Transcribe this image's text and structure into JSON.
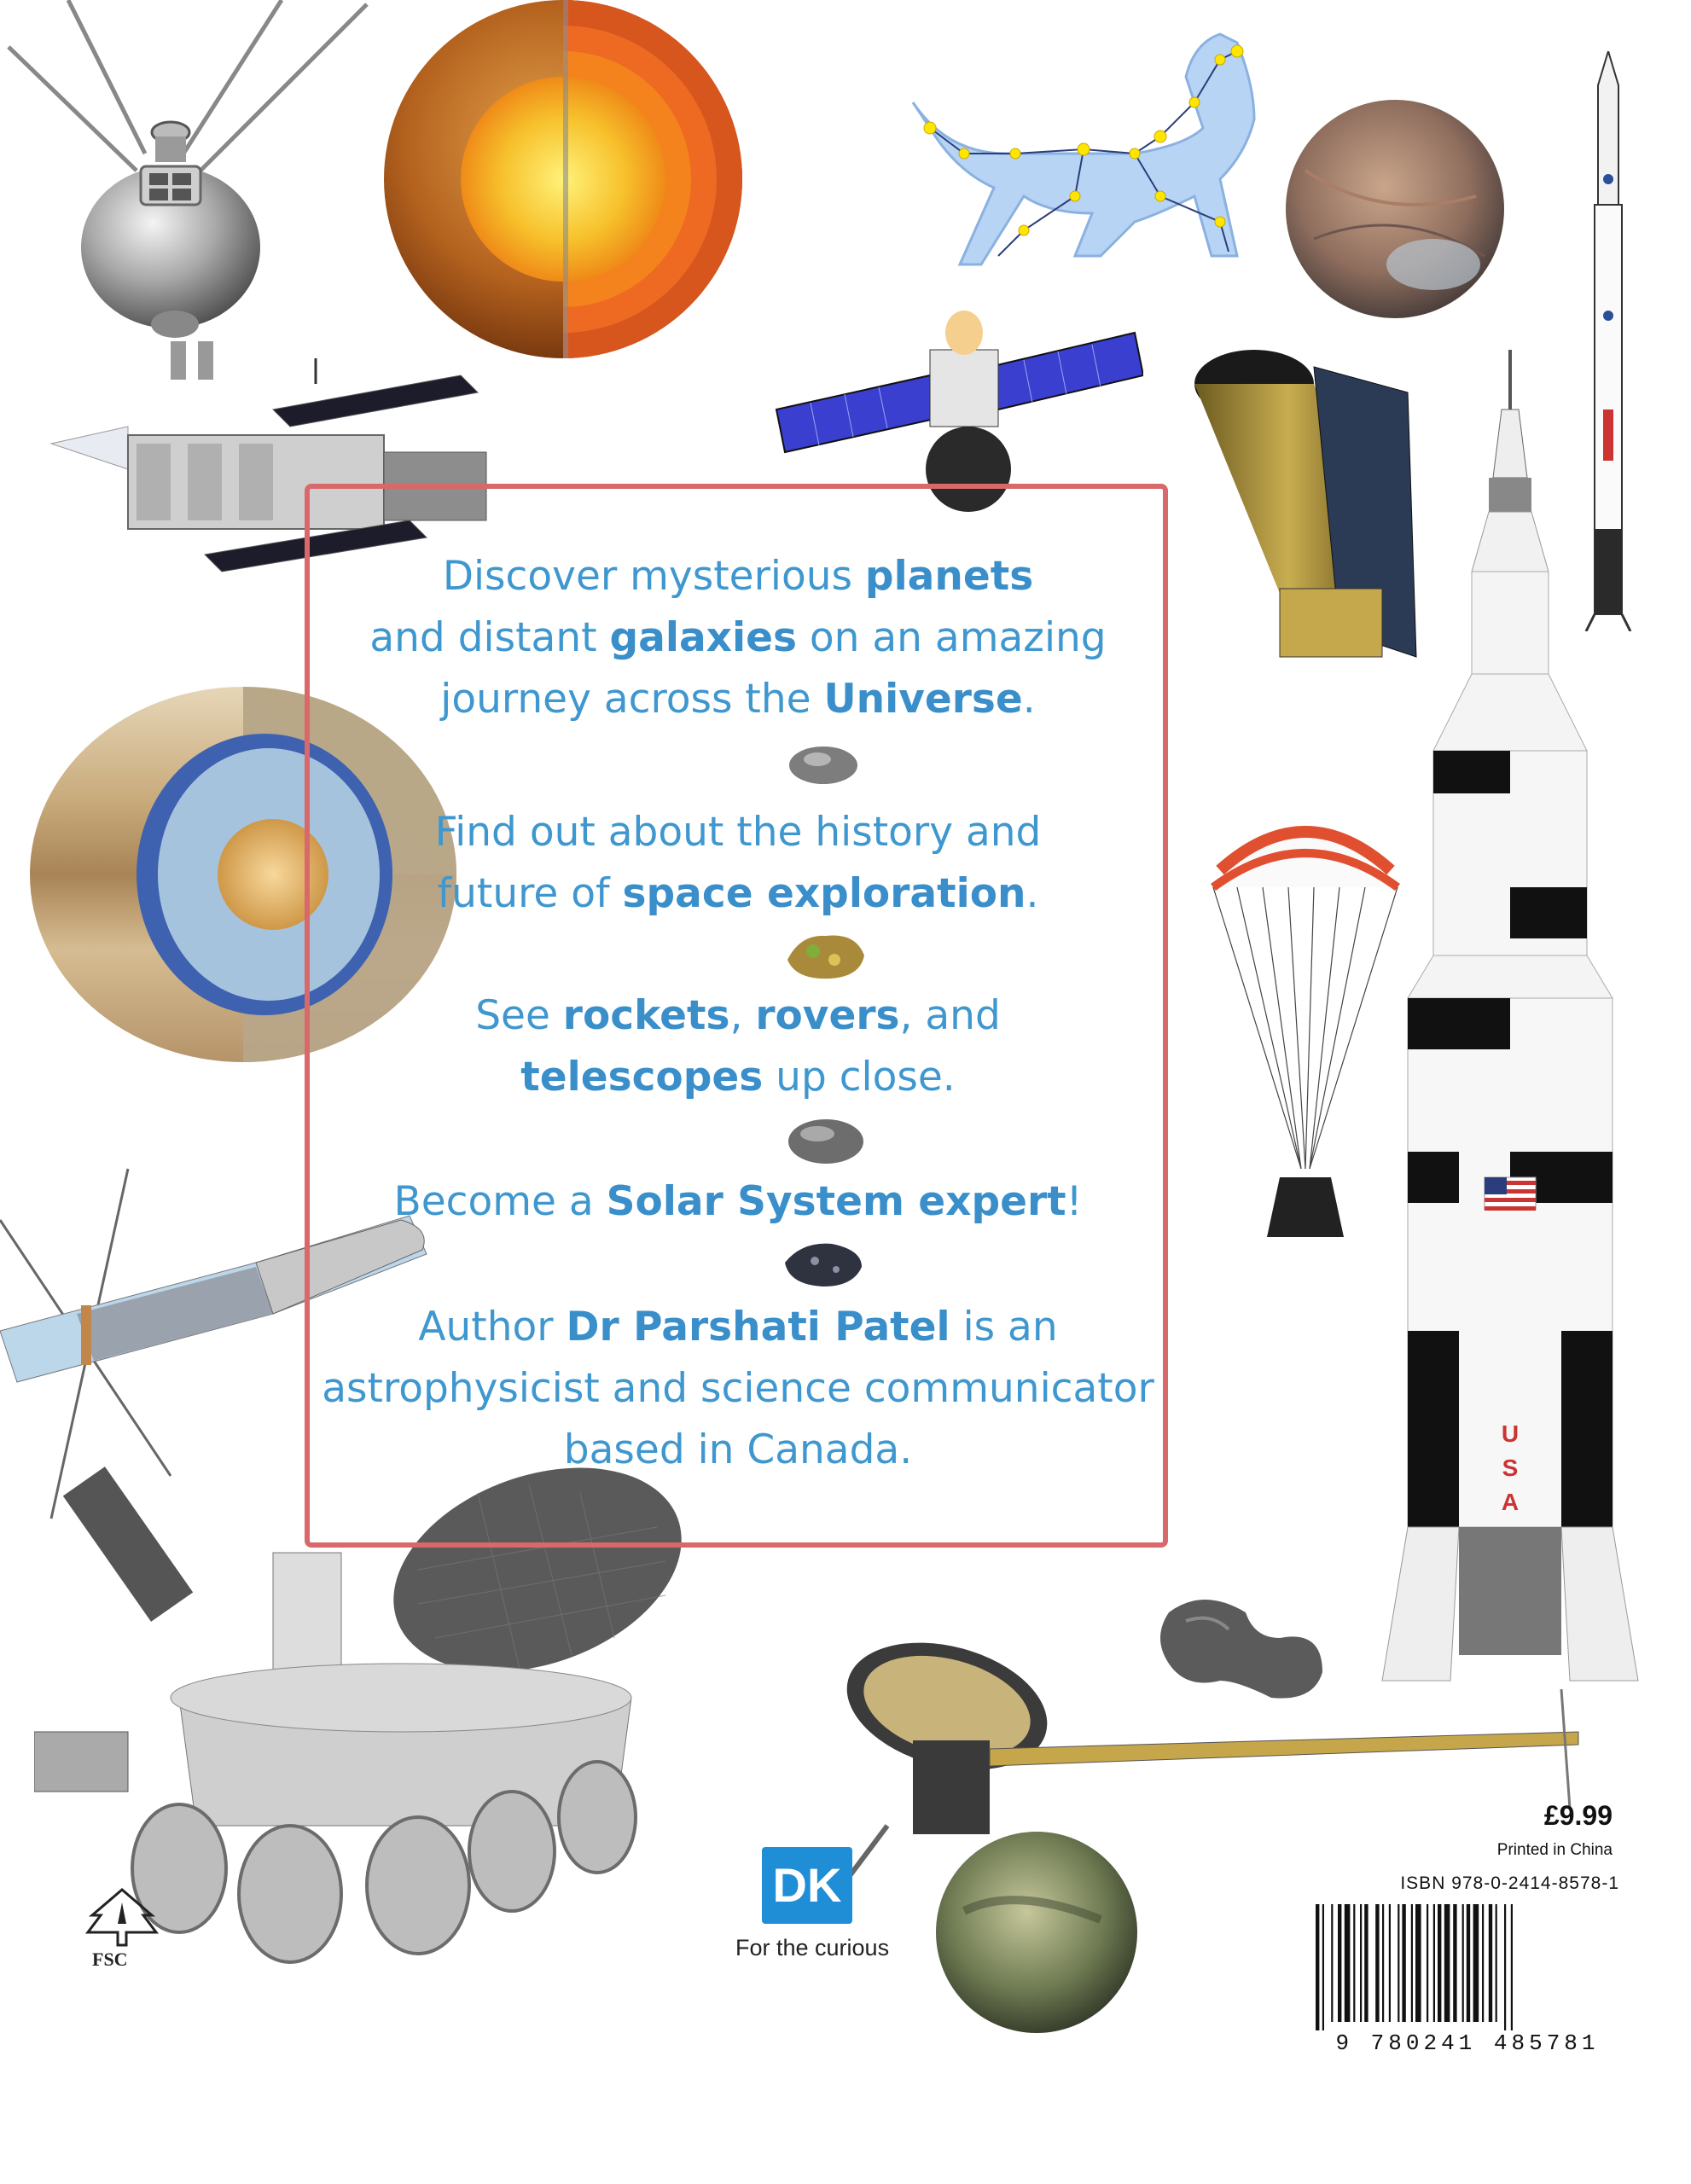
{
  "blurb": {
    "p1_a": "Discover mysterious ",
    "p1_b": "planets",
    "p1_c": "and distant ",
    "p1_d": "galaxies",
    "p1_e": " on an amazing",
    "p1_f": "journey across the ",
    "p1_g": "Universe",
    "p1_h": ".",
    "p2_a": "Find out about the history and",
    "p2_b": "future of ",
    "p2_c": "space exploration",
    "p2_d": ".",
    "p3_a": "See ",
    "p3_b": "rockets",
    "p3_c": ", ",
    "p3_d": "rovers",
    "p3_e": ", and",
    "p3_f": "telescopes",
    "p3_g": " up close.",
    "p4_a": "Become a ",
    "p4_b": "Solar System expert",
    "p4_c": "!",
    "p5_a": "Author ",
    "p5_b": "Dr Parshati Patel",
    "p5_c": " is an",
    "p5_d": "astrophysicist and science communicator",
    "p5_e": "based in Canada."
  },
  "rocket": {
    "usa_label": "U\nS\nA"
  },
  "publisher": {
    "logo": "DK",
    "tagline": "For the curious"
  },
  "fsc": {
    "label": "FSC"
  },
  "retail": {
    "price": "£9.99",
    "printed": "Printed in China",
    "isbn": "ISBN  978-0-2414-8578-1",
    "barcode_number": "9 780241 485781"
  },
  "colors": {
    "text_blue": "#3f97cf",
    "frame_red": "#d9686a",
    "dk_blue": "#1f8ed6"
  },
  "icons": [
    "sputnik-satellite-icon",
    "planet-cutaway-icon",
    "dog-constellation-icon",
    "europa-moon-icon",
    "dragon-rocket-icon",
    "hubble-telescope-icon",
    "soyuz-spacecraft-icon",
    "kepler-telescope-icon",
    "saturn-v-rocket-icon",
    "saturn-cutaway-icon",
    "parachute-capsule-icon",
    "explorer-satellite-icon",
    "lunokhod-rover-icon",
    "comet-icon",
    "galileo-probe-icon",
    "titan-moon-icon",
    "fsc-tree-icon"
  ]
}
